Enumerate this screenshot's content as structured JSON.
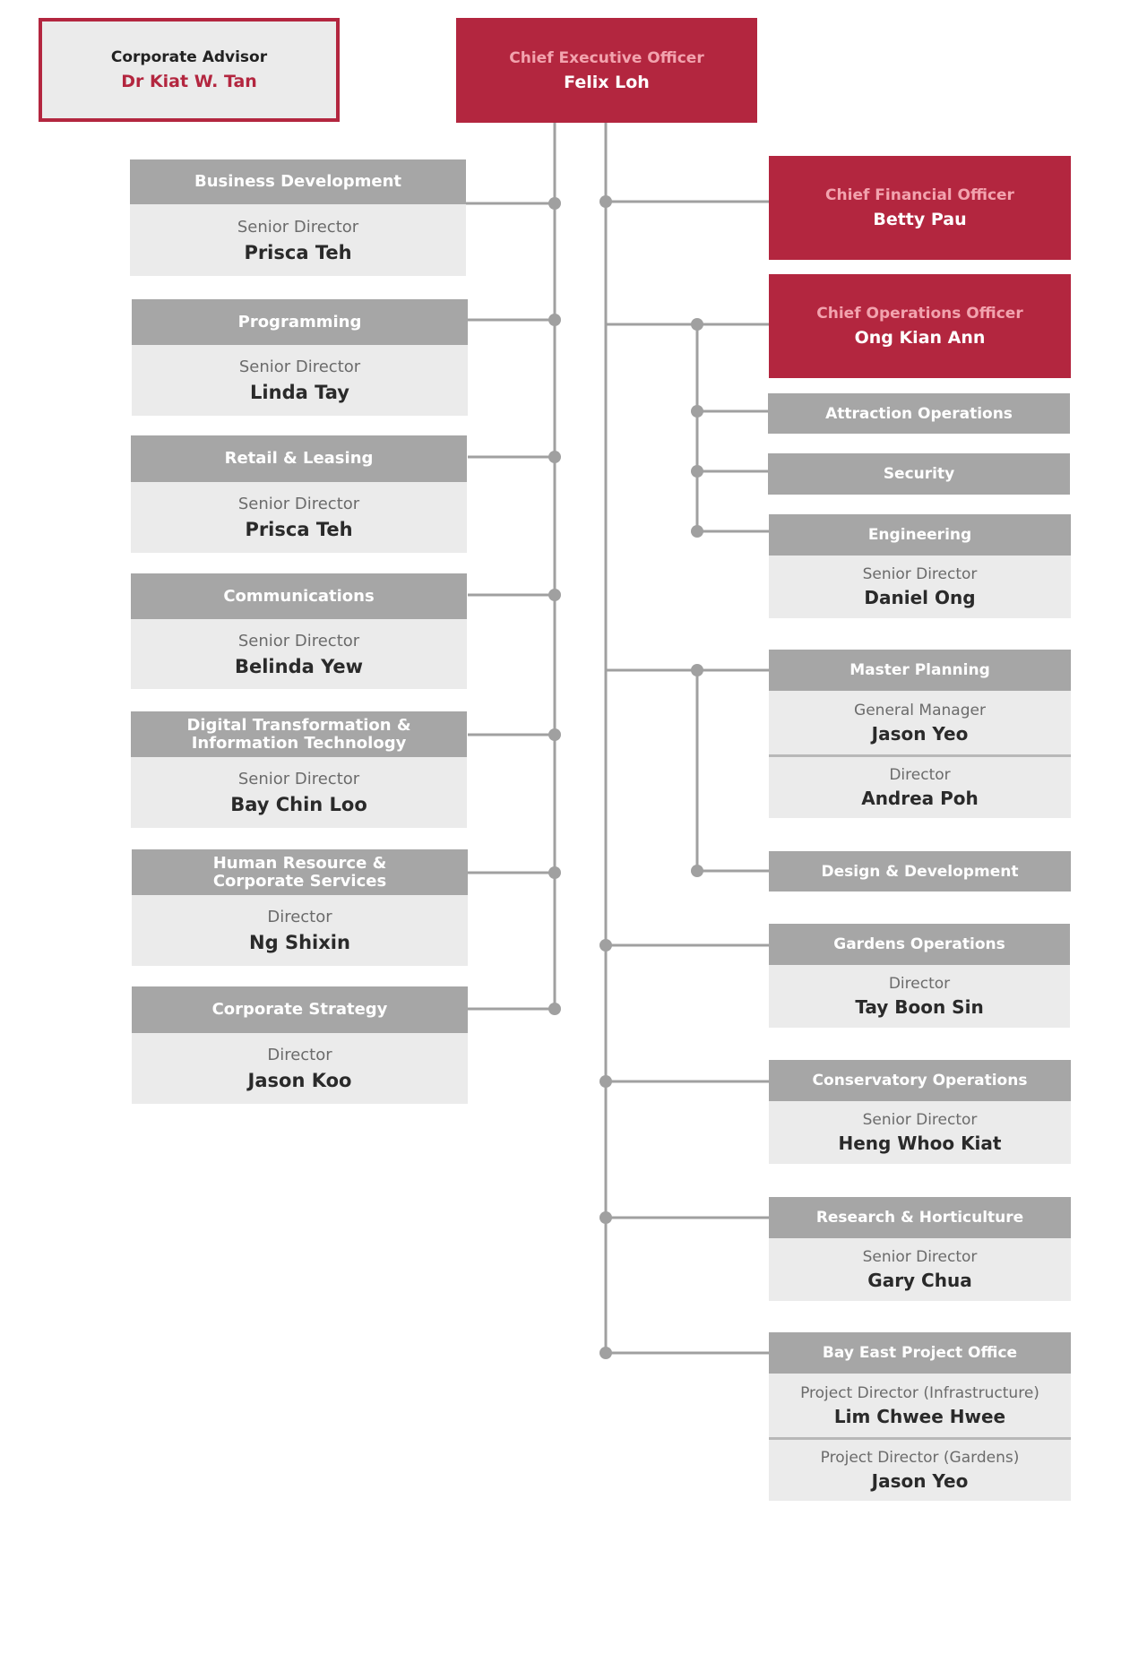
{
  "advisor": {
    "role": "Corporate Advisor",
    "name": "Dr Kiat W. Tan"
  },
  "ceo": {
    "role": "Chief Executive Officer",
    "name": "Felix Loh"
  },
  "cfo": {
    "role": "Chief Financial Officer",
    "name": "Betty Pau"
  },
  "coo": {
    "role": "Chief Operations Officer",
    "name": "Ong Kian Ann"
  },
  "left_departments": [
    {
      "header": "Business Development",
      "title": "Senior Director",
      "person": "Prisca Teh"
    },
    {
      "header": "Programming",
      "title": "Senior Director",
      "person": "Linda Tay"
    },
    {
      "header": "Retail & Leasing",
      "title": "Senior Director",
      "person": "Prisca Teh"
    },
    {
      "header": "Communications",
      "title": "Senior Director",
      "person": "Belinda Yew"
    },
    {
      "header_line1": "Digital Transformation &",
      "header_line2": "Information Technology",
      "title": "Senior Director",
      "person": "Bay Chin Loo"
    },
    {
      "header_line1": "Human Resource &",
      "header_line2": "Corporate Services",
      "title": "Director",
      "person": "Ng Shixin"
    },
    {
      "header": "Corporate Strategy",
      "title": "Director",
      "person": "Jason Koo"
    }
  ],
  "right_departments": {
    "attraction_operations": {
      "header": "Attraction Operations"
    },
    "security": {
      "header": "Security"
    },
    "engineering": {
      "header": "Engineering",
      "title": "Senior Director",
      "person": "Daniel Ong"
    },
    "master_planning": {
      "header": "Master Planning",
      "title1": "General Manager",
      "person1": "Jason Yeo",
      "title2": "Director",
      "person2": "Andrea Poh"
    },
    "design_development": {
      "header": "Design & Development"
    },
    "gardens_operations": {
      "header": "Gardens Operations",
      "title": "Director",
      "person": "Tay Boon Sin"
    },
    "conservatory_operations": {
      "header": "Conservatory Operations",
      "title": "Senior Director",
      "person": "Heng Whoo Kiat"
    },
    "research_horticulture": {
      "header": "Research & Horticulture",
      "title": "Senior Director",
      "person": "Gary Chua"
    },
    "bay_east": {
      "header": "Bay East Project Office",
      "title1": "Project Director (Infrastructure)",
      "person1": "Lim Chwee Hwee",
      "title2": "Project Director (Gardens)",
      "person2": "Jason Yeo"
    }
  },
  "colors": {
    "brand_red": "#b3263f",
    "header_grey": "#a6a6a6",
    "cell_grey": "#ebebeb",
    "line_grey": "#a0a0a0"
  }
}
